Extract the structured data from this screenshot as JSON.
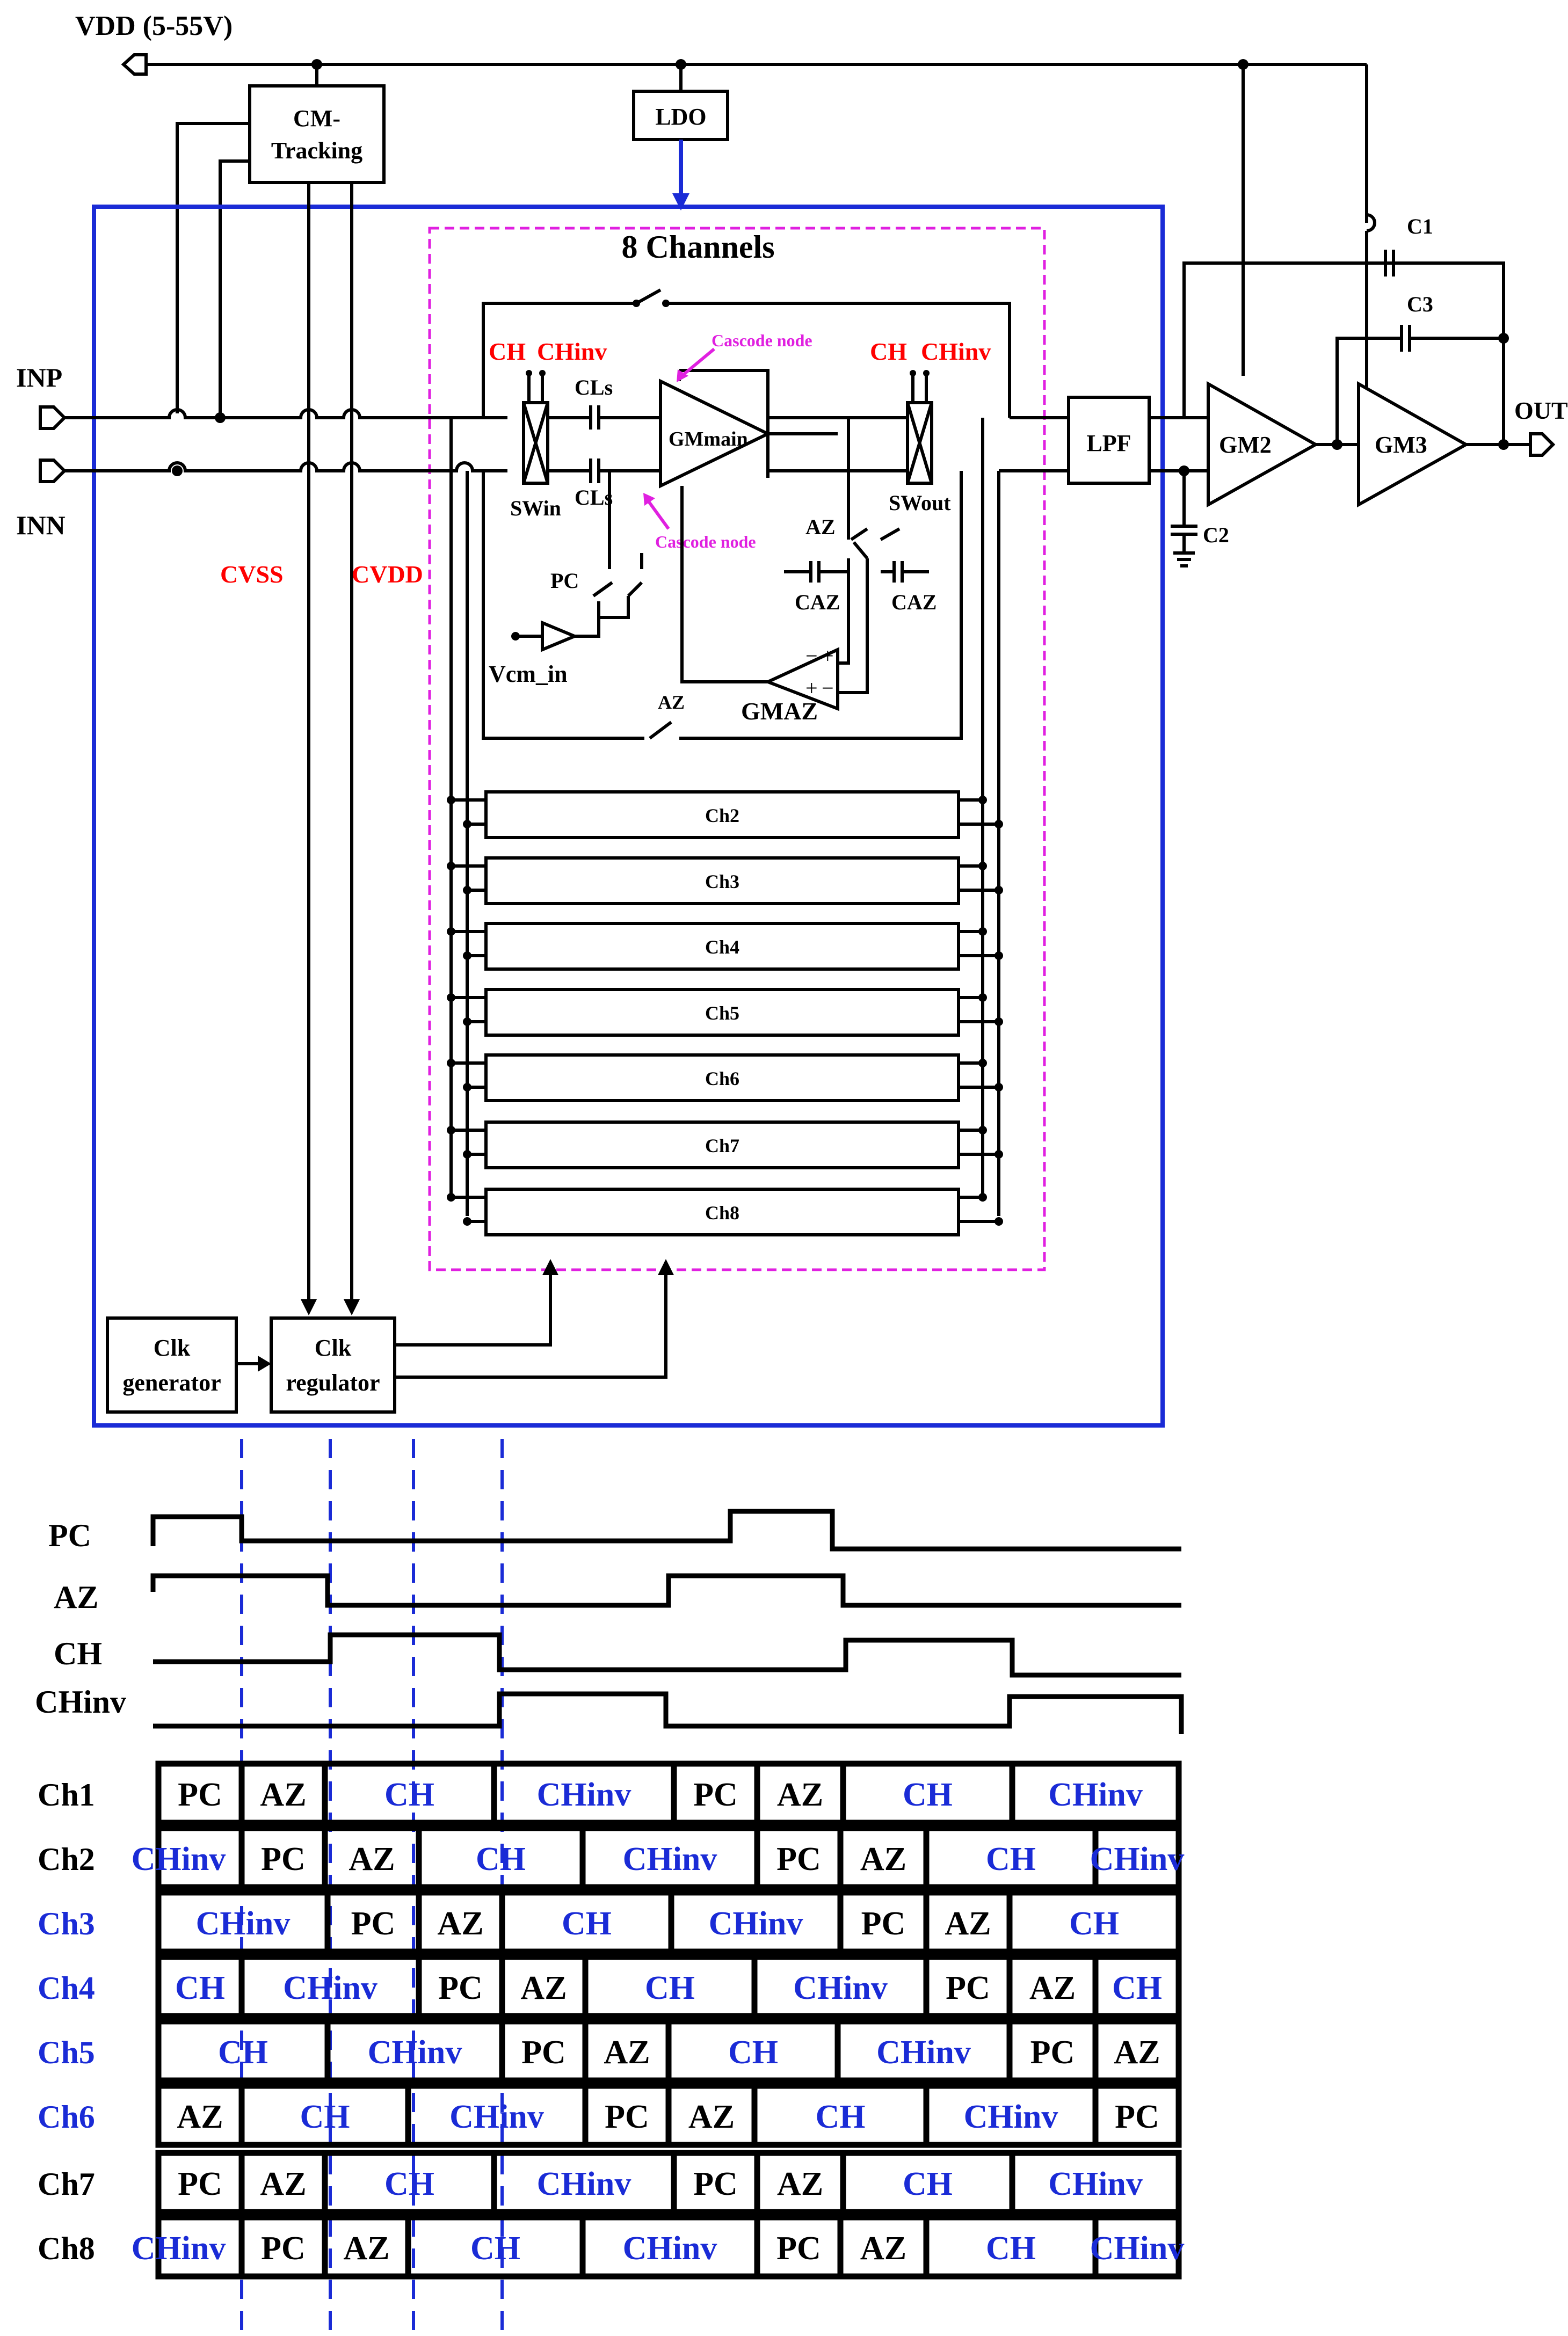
{
  "supply": {
    "vdd": "VDD (5-55V)",
    "cvss": "CVSS",
    "cvdd": "CVDD"
  },
  "pins": {
    "inp": "INP",
    "inn": "INN",
    "out": "OUT"
  },
  "blocks": {
    "cm_tracking_1": "CM-",
    "cm_tracking_2": "Tracking",
    "ldo": "LDO",
    "channels_title": "8 Channels",
    "lpf": "LPF",
    "gm2": "GM2",
    "gm3": "GM3",
    "clk_gen_1": "Clk",
    "clk_gen_2": "generator",
    "clk_reg_1": "Clk",
    "clk_reg_2": "regulator",
    "gm_main": "GMmain",
    "gm_az": "GMAZ",
    "vcm_in": "Vcm_in",
    "swin": "SWin",
    "swout": "SWout"
  },
  "components": {
    "c1": "C1",
    "c2": "C2",
    "c3": "C3",
    "cls_top": "CLs",
    "cls_bot": "CLs",
    "caz_l": "CAZ",
    "caz_r": "CAZ",
    "pc": "PC",
    "az_sw": "AZ",
    "az_fb": "AZ",
    "ch_in": "CH",
    "chinv_in": "CHinv",
    "ch_out": "CH",
    "chinv_out": "CHinv",
    "cascode_top": "Cascode node",
    "cascode_bot": "Cascode node",
    "plus": "+",
    "minus": "−"
  },
  "subchannels": [
    "Ch2",
    "Ch3",
    "Ch4",
    "Ch5",
    "Ch6",
    "Ch7",
    "Ch8"
  ],
  "signals": [
    "PC",
    "AZ",
    "CH",
    "CHinv"
  ],
  "timing": {
    "rows": [
      {
        "name": "Ch1",
        "color": "#000000",
        "cells": [
          "PC",
          "AZ",
          "CH",
          "CHinv",
          "PC",
          "AZ",
          "CH",
          "CHinv"
        ]
      },
      {
        "name": "Ch2",
        "color": "#000000",
        "cells": [
          "CHinv",
          "PC",
          "AZ",
          "CH",
          "CHinv",
          "PC",
          "AZ",
          "CH",
          "CHinv"
        ]
      },
      {
        "name": "Ch3",
        "color": "#1a2bd6",
        "cells": [
          "CHinv",
          "PC",
          "AZ",
          "CH",
          "CHinv",
          "PC",
          "AZ",
          "CH"
        ]
      },
      {
        "name": "Ch4",
        "color": "#1a2bd6",
        "cells": [
          "CH",
          "CHinv",
          "PC",
          "AZ",
          "CH",
          "CHinv",
          "PC",
          "AZ",
          "CH"
        ]
      },
      {
        "name": "Ch5",
        "color": "#1a2bd6",
        "cells": [
          "CH",
          "CHinv",
          "PC",
          "AZ",
          "CH",
          "CHinv",
          "PC",
          "AZ"
        ]
      },
      {
        "name": "Ch6",
        "color": "#1a2bd6",
        "cells": [
          "AZ",
          "CH",
          "CHinv",
          "PC",
          "AZ",
          "CH",
          "CHinv",
          "PC"
        ]
      },
      {
        "name": "Ch7",
        "color": "#000000",
        "cells": [
          "PC",
          "AZ",
          "CH",
          "CHinv",
          "PC",
          "AZ",
          "CH",
          "CHinv"
        ]
      },
      {
        "name": "Ch8",
        "color": "#000000",
        "cells": [
          "CHinv",
          "PC",
          "AZ",
          "CH",
          "CHinv",
          "PC",
          "AZ",
          "CH",
          "CHinv"
        ]
      }
    ]
  },
  "colors": {
    "block": "#1a2bd6",
    "channel_border": "#e020e0",
    "label_red": "#ff0000",
    "phase_blue": "#1a2bd6"
  }
}
